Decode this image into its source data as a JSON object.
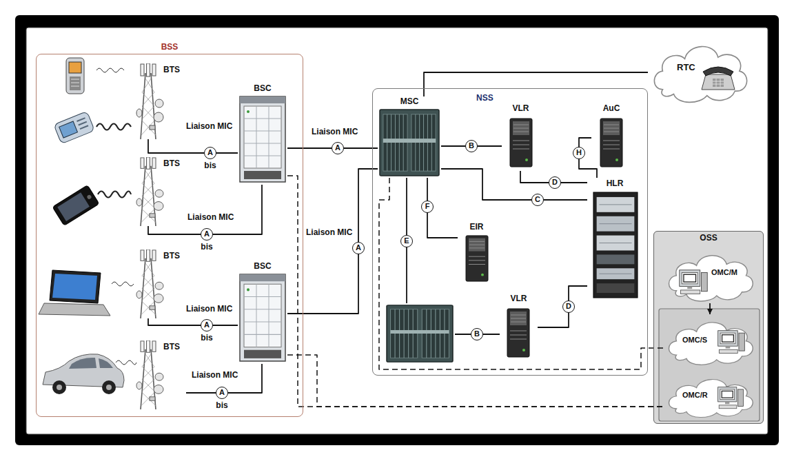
{
  "diagram": {
    "nodes": [
      {
        "text": [
          "BSS"
        ]
      },
      {
        "text": [
          "BTS"
        ],
        "in": 0
      },
      {
        "text": [
          "BTS"
        ],
        "in": 0
      },
      {
        "text": [
          "BSC"
        ],
        "in": 0
      },
      {
        "text": [
          "BTS"
        ],
        "in": 0
      },
      {
        "text": [
          "BTS"
        ],
        "in": 0
      },
      {
        "text": [
          "BSC"
        ],
        "in": 0
      },
      {
        "text": [
          "RTC"
        ]
      },
      {
        "text": [
          "NSS"
        ]
      },
      {
        "text": [
          "MSC"
        ],
        "in": 8
      },
      {
        "text": [
          "VLR"
        ],
        "in": 8
      },
      {
        "text": [
          "AuC"
        ],
        "in": 8
      },
      {
        "text": [
          "HLR"
        ],
        "in": 8
      },
      {
        "text": [
          "EIR"
        ],
        "in": 8
      },
      {
        "text": [],
        "in": 8
      },
      {
        "text": [
          "VLR"
        ],
        "in": 8
      },
      {
        "text": [
          "OSS"
        ]
      },
      {
        "text": [
          "OMC/M"
        ],
        "in": 16
      },
      {
        "text": [
          "OMC/S"
        ],
        "in": 16
      },
      {
        "text": [
          "OMC/R"
        ],
        "in": 16
      }
    ],
    "edges": [
      {
        "from": 1,
        "to": 3,
        "arrow": "none",
        "label": "A"
      },
      {
        "from": 2,
        "to": 3,
        "arrow": "none",
        "label": "A"
      },
      {
        "from": 4,
        "to": 6,
        "arrow": "none",
        "label": "A"
      },
      {
        "from": 5,
        "to": 6,
        "arrow": "none",
        "label": "A"
      },
      {
        "from": 3,
        "to": 9,
        "arrow": "none",
        "label": "A"
      },
      {
        "from": 6,
        "to": 9,
        "arrow": "none",
        "label": "A"
      },
      {
        "from": 9,
        "to": 10,
        "arrow": "none",
        "label": "B"
      },
      {
        "from": 10,
        "to": 12,
        "arrow": "none",
        "label": "D"
      },
      {
        "from": 11,
        "to": 12,
        "arrow": "none",
        "label": "H"
      },
      {
        "from": 9,
        "to": 12,
        "arrow": "none",
        "label": "C"
      },
      {
        "from": 9,
        "to": 13,
        "arrow": "none",
        "label": "F"
      },
      {
        "from": 9,
        "to": 14,
        "arrow": "none",
        "label": "E"
      },
      {
        "from": 14,
        "to": 15,
        "arrow": "none",
        "label": "B"
      },
      {
        "from": 15,
        "to": 12,
        "arrow": "none",
        "label": "D"
      },
      {
        "from": 9,
        "to": 7,
        "arrow": "none"
      },
      {
        "from": 9,
        "to": 18,
        "arrow": "none"
      },
      {
        "from": 3,
        "to": 19,
        "arrow": "none"
      },
      {
        "from": 6,
        "to": 19,
        "arrow": "none"
      },
      {
        "from": 17,
        "to": 18,
        "arrow": "to"
      }
    ],
    "labels": [
      "Liaison MIC",
      "bis",
      "Liaison MIC",
      "bis",
      "Liaison MIC",
      "Liaison MIC",
      "Liaison MIC",
      "bis",
      "Liaison MIC",
      "bis"
    ]
  }
}
